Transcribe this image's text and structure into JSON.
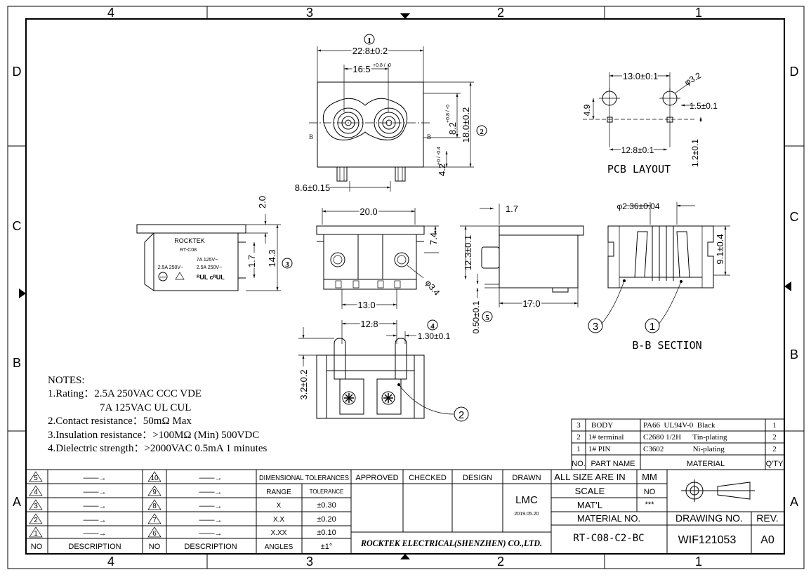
{
  "grid": {
    "cols_top": [
      "4",
      "3",
      "2",
      "1"
    ],
    "cols_bottom": [
      "4",
      "3",
      "2",
      "1"
    ],
    "rows_left": [
      "D",
      "C",
      "B",
      "A"
    ],
    "rows_right": [
      "D",
      "C",
      "B",
      "A"
    ]
  },
  "front_view": {
    "marker": "1",
    "dim_width": "22.8±0.2",
    "dim_pitch_a": "16.5",
    "dim_pitch_tol": "+0.8 / -0",
    "dim_height": "18.0±0.2",
    "dim_inner_height": "8.2",
    "dim_inner_tol": "+0.8 / -0",
    "dim_pin_offset": "4.2",
    "dim_pin_tol": "+0 / -0.4",
    "dim_pin_spacing": "8.6±0.15",
    "section_mark": "B",
    "marker2": "2"
  },
  "pcb_layout": {
    "dim_pitch": "13.0±0.1",
    "dim_hole": "φ3.2",
    "dim_slot": "1.5±0.1",
    "dim_left": "4.9",
    "dim_bottom": "12.8±0.1",
    "dim_small": "1.2±0.1",
    "title": "PCB LAYOUT"
  },
  "side_view": {
    "brand": "ROCKTEK",
    "model": "RT-C08",
    "rating1": "7A 125V~",
    "rating2a": "2.5A 250V~",
    "rating2b": "2.5A 250V~",
    "mark_ccc": "CCC",
    "mark_ul": "ᴿUL cᴿUL",
    "dim_top": "2.0",
    "dim_mid": "1.7",
    "dim_height": "14.3",
    "marker": "3"
  },
  "bottom_view": {
    "dim_width": "20.0",
    "dim_right": "7.4",
    "dim_hole": "φ3.4",
    "dim_bottom": "13.0"
  },
  "right_view": {
    "dim_top": "1.7",
    "dim_height": "12.3±0.1",
    "dim_small": "0.50±0.1",
    "dim_width": "17.0",
    "marker": "5"
  },
  "section_view": {
    "dim_diameter": "φ2.36±0.04",
    "dim_height": "9.1±0.4",
    "callout_left": "3",
    "callout_right": "1",
    "title": "B-B SECTION"
  },
  "pin_view": {
    "dim_pitch": "12.8",
    "dim_thick": "1.30±0.1",
    "dim_height": "3.2±0.2",
    "marker": "4",
    "callout": "2"
  },
  "notes": {
    "title": "NOTES:",
    "line1": "1.Rating：2.5A 250VAC   CCC VDE",
    "line1b": "7A 125VAC    UL CUL",
    "line2": "2.Contact resistance：50mΩ  Max",
    "line3": "3.Insulation resistance：>100MΩ (Min) 500VDC",
    "line4": "4.Dielectric strength：>2000VAC 0.5mA 1 minutes"
  },
  "bom": {
    "rows": [
      {
        "no": "3",
        "part": "BODY",
        "material": "PA66  UL94V-0  Black",
        "qty": "1"
      },
      {
        "no": "2",
        "part": "1# terminal",
        "material": "C2680 1/2H      Tin-plating",
        "qty": "2"
      },
      {
        "no": "1",
        "part": "1# PIN",
        "material": "C3602               Ni-plating",
        "qty": "2"
      }
    ],
    "header": {
      "no": "NO.",
      "part": "PART NAME",
      "material": "MATERIAL",
      "qty": "Q'TY"
    }
  },
  "revisions": {
    "left": [
      "5",
      "4",
      "3",
      "2",
      "1"
    ],
    "right": [
      "10",
      "9",
      "8",
      "7",
      "6"
    ],
    "arrow": "——→",
    "col_no": "NO",
    "col_desc": "DESCRIPTION"
  },
  "tolerances": {
    "title": "DIMENSIONAL TOLERANCES",
    "col_range": "RANGE",
    "col_tol": "TOLERANCE",
    "rows": [
      {
        "range": "X",
        "tol": "±0.30"
      },
      {
        "range": "X.X",
        "tol": "±0.20"
      },
      {
        "range": "X.XX",
        "tol": "±0.10"
      },
      {
        "range": "ANGLES",
        "tol": "±1°"
      }
    ]
  },
  "approval": {
    "approved": "APPROVED",
    "checked": "CHECKED",
    "design": "DESIGN",
    "drawn": "DRAWN",
    "drawn_by": "LMC",
    "date": "2019.05.20",
    "company": "ROCKTEK ELECTRICAL(SHENZHEN) CO.,LTD."
  },
  "title_block": {
    "all_size": "ALL SIZE ARE IN",
    "unit": "MM",
    "scale_label": "SCALE",
    "scale_value": "NO",
    "material_label": "MAT'L",
    "material_value": "***",
    "material_no_label": "MATERIAL NO.",
    "material_no": "RT-C08-C2-BC",
    "drawing_no_label": "DRAWING NO.",
    "drawing_no": "WIF121053",
    "rev_label": "REV.",
    "rev": "A0"
  }
}
